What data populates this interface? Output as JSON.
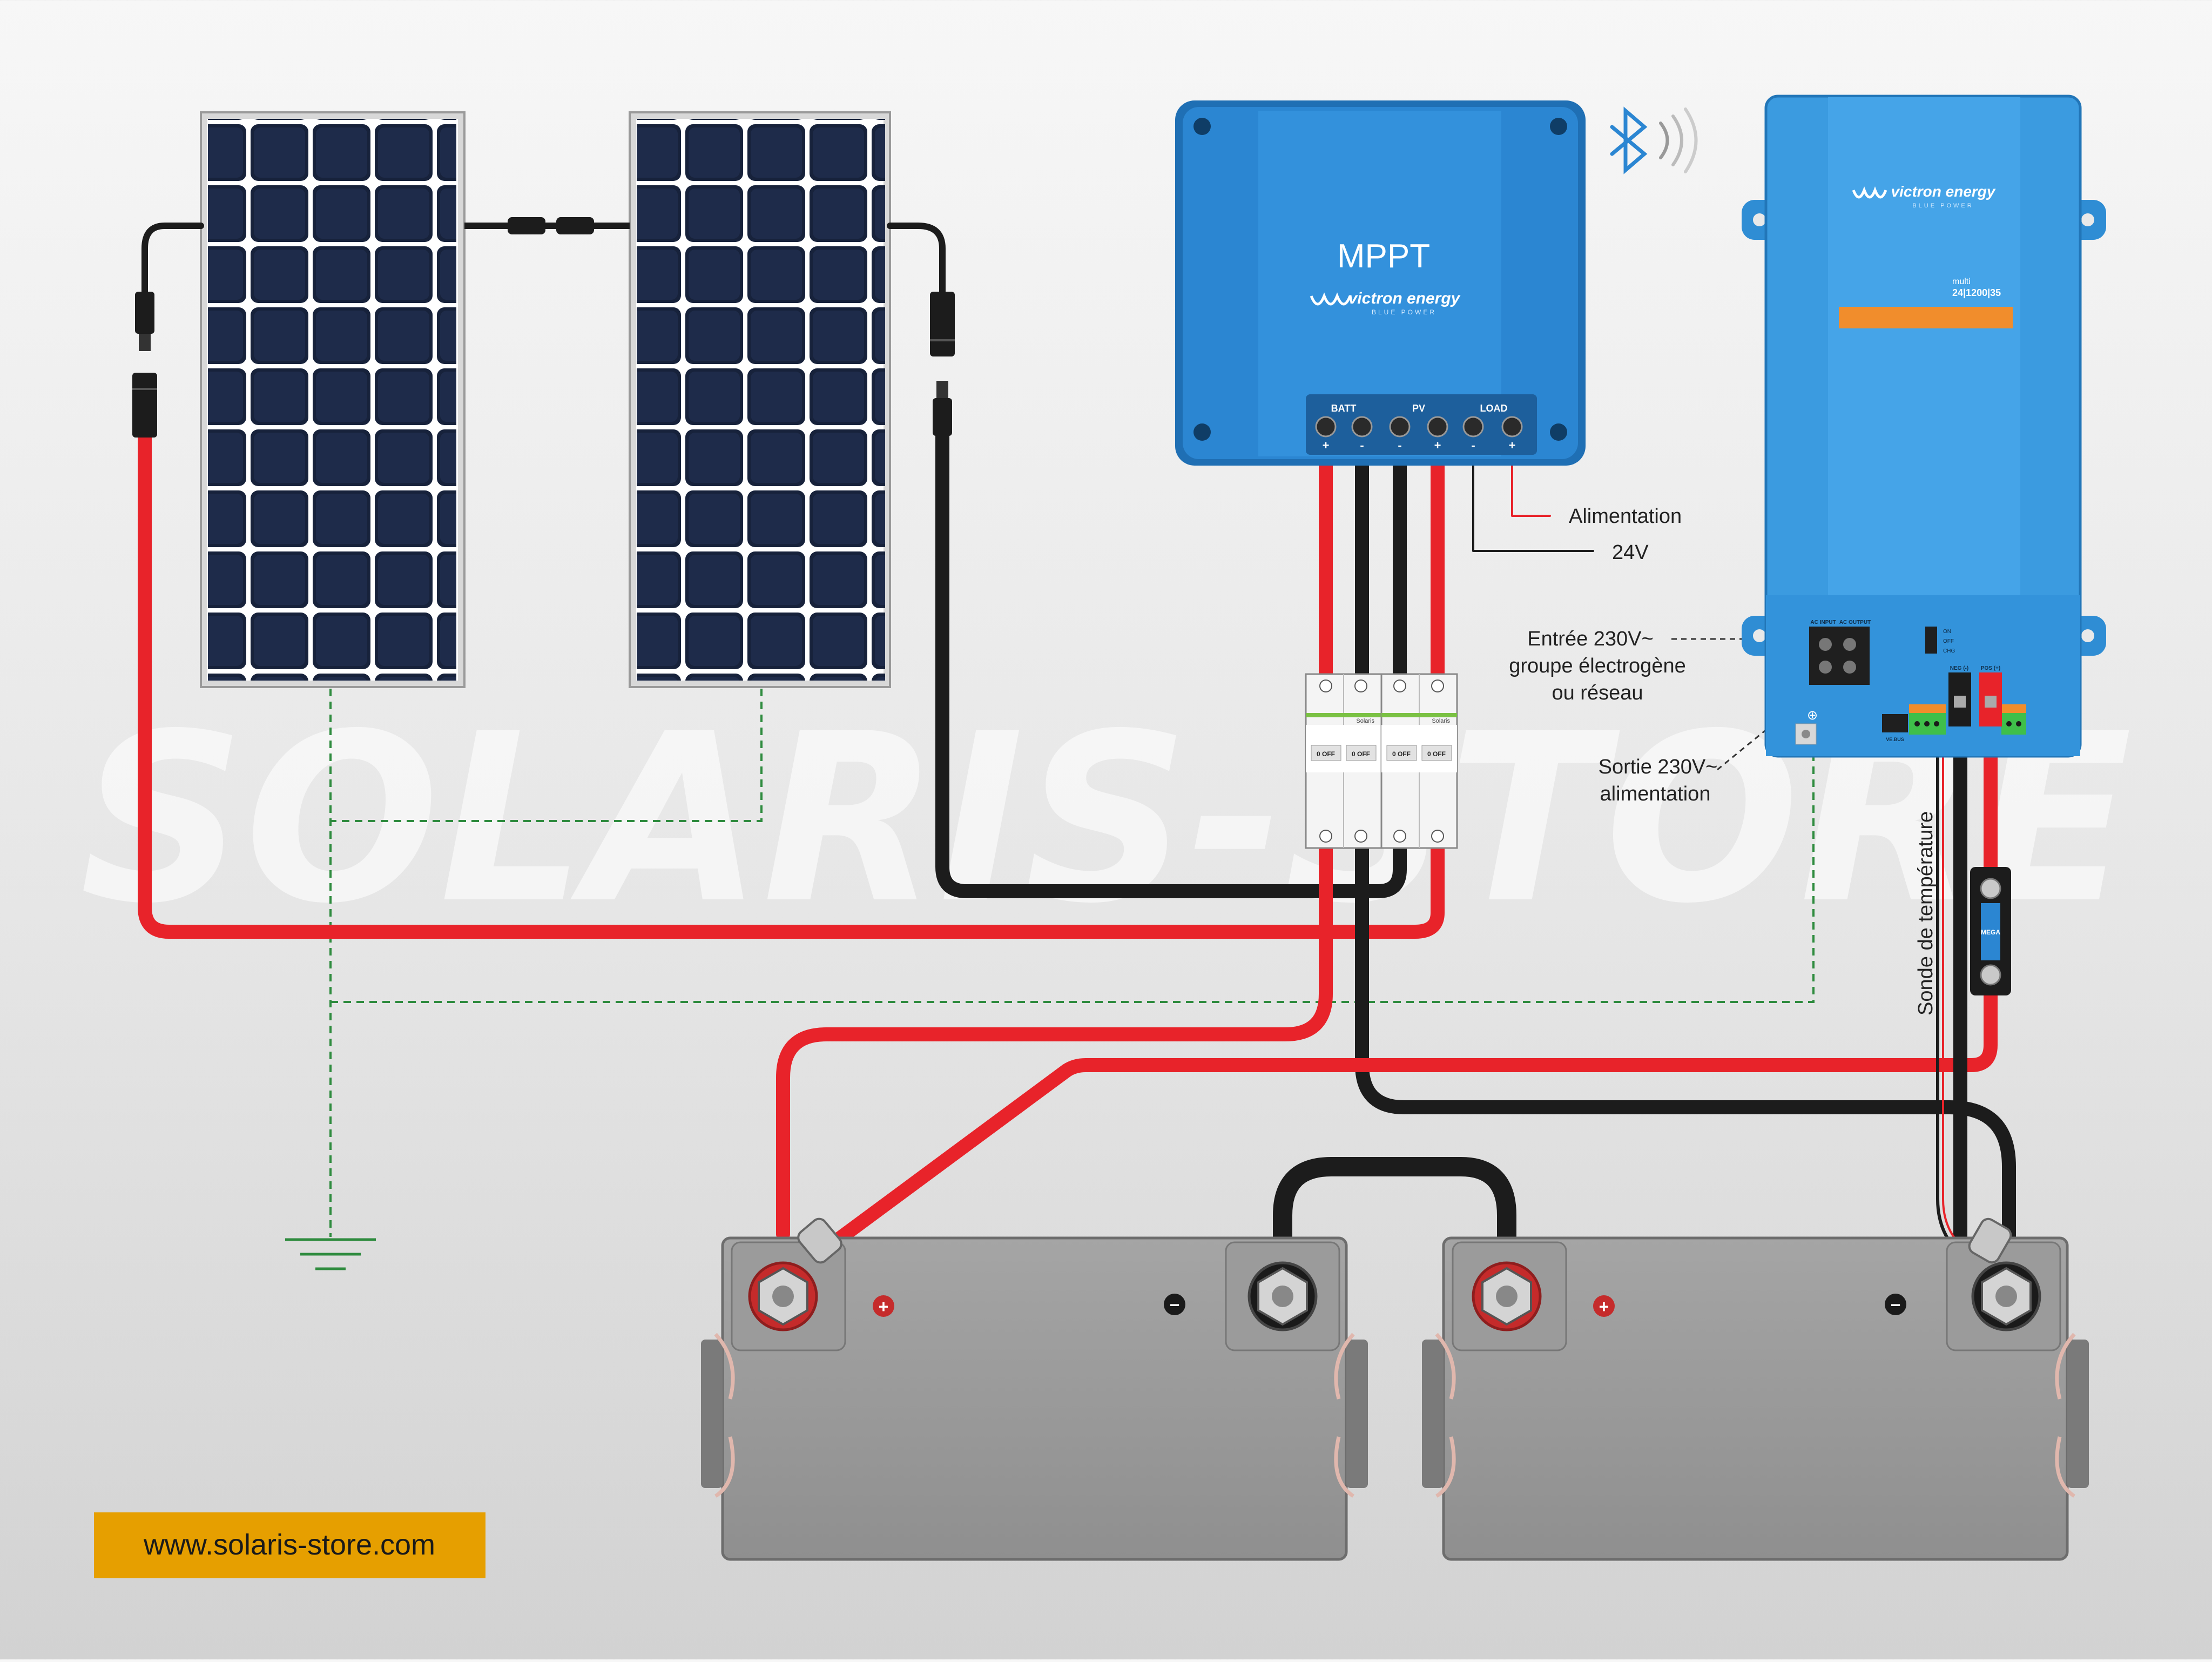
{
  "watermark": "SOLARIS-STORE",
  "footer": {
    "url": "www.solaris-store.com"
  },
  "mppt": {
    "title": "MPPT",
    "brand": "victron energy",
    "brand_sub": "BLUE POWER",
    "terminal_labels": [
      "BATT",
      "PV",
      "LOAD"
    ],
    "polarity": [
      "+",
      "-",
      "-",
      "+",
      "-",
      "+"
    ],
    "load_plus_label": "Alimentation",
    "load_minus_label": "24V"
  },
  "inverter": {
    "brand": "victron energy",
    "brand_sub": "BLUE POWER",
    "model_line1": "multi",
    "model_line2": "24|1200|35",
    "port_labels": [
      "AC INPUT",
      "AC OUTPUT"
    ],
    "switch_labels": [
      "ON",
      "OFF",
      "CHG"
    ],
    "ve_bus": "VE.BUS",
    "terminal_labels": [
      "NEG (-)",
      "POS (+)"
    ]
  },
  "labels": {
    "ac_input": [
      "Entrée 230V~",
      "groupe électrogène",
      "ou réseau"
    ],
    "ac_output": [
      "Sortie 230V~",
      "alimentation"
    ],
    "temp_sensor": "Sonde de température"
  },
  "breakers": {
    "brand": "Solaris",
    "state": "0 OFF"
  },
  "battery": {
    "plus": "+",
    "minus": "−"
  },
  "fuse": {
    "label": "MEGA"
  },
  "colors": {
    "positive": "#e8232a",
    "negative": "#1c1c1c",
    "ground": "#2e8b3e",
    "victron_blue": "#2b86d2",
    "inverter_blue": "#3b9be0",
    "footer_bg": "#e69f00"
  }
}
